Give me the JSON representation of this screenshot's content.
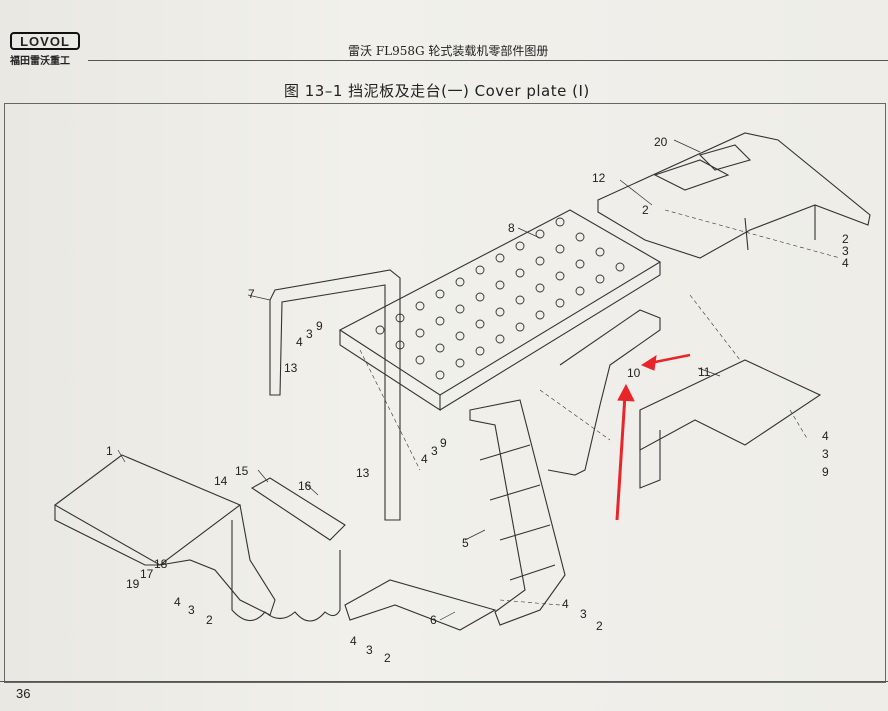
{
  "header": {
    "logo_text": "LOVOL",
    "logo_sub": "福田雷沃重工",
    "catalog_title": "雷沃 FL958G 轮式装载机零部件图册",
    "figure_title": "图 13–1   挡泥板及走台(一)   Cover plate (Ⅰ)"
  },
  "page_number": "36",
  "callouts": [
    "1",
    "2",
    "3",
    "4",
    "5",
    "6",
    "7",
    "8",
    "9",
    "10",
    "11",
    "12",
    "13",
    "14",
    "15",
    "16",
    "17",
    "18",
    "19",
    "20"
  ],
  "annotation_color": "#e8262a"
}
